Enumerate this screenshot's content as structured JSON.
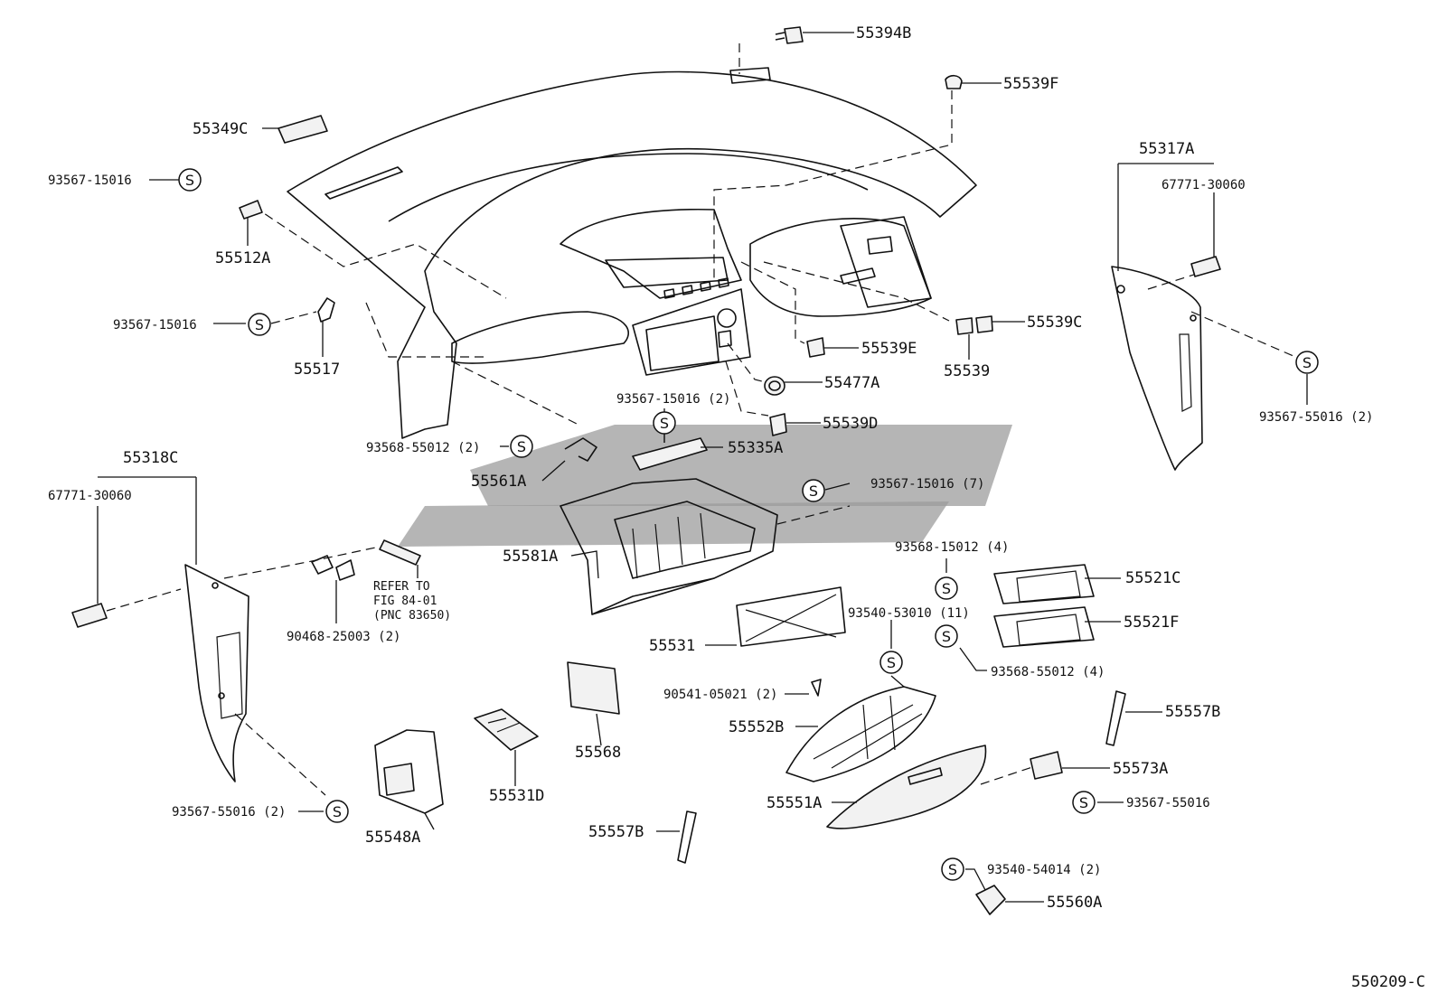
{
  "diagram": {
    "figure_code": "550209-C",
    "screw_symbol": "S",
    "parts": [
      {
        "id": "p1",
        "label": "55394B"
      },
      {
        "id": "p2",
        "label": "55539F"
      },
      {
        "id": "p3",
        "label": "55349C"
      },
      {
        "id": "p4",
        "label": "93567-15016"
      },
      {
        "id": "p5",
        "label": "55512A"
      },
      {
        "id": "p6",
        "label": "55317A"
      },
      {
        "id": "p7",
        "label": "67771-30060"
      },
      {
        "id": "p8",
        "label": "93567-15016"
      },
      {
        "id": "p9",
        "label": "55517"
      },
      {
        "id": "p10",
        "label": "55539C"
      },
      {
        "id": "p11",
        "label": "55539E"
      },
      {
        "id": "p12",
        "label": "55539"
      },
      {
        "id": "p13",
        "label": "55477A"
      },
      {
        "id": "p14",
        "label": "93567-55016 (2)"
      },
      {
        "id": "p15",
        "label": "93567-15016 (2)"
      },
      {
        "id": "p16",
        "label": "55539D"
      },
      {
        "id": "p17",
        "label": "93568-55012 (2)"
      },
      {
        "id": "p18",
        "label": "55335A"
      },
      {
        "id": "p19",
        "label": "55561A"
      },
      {
        "id": "p20",
        "label": "55318C"
      },
      {
        "id": "p21",
        "label": "93567-15016 (7)"
      },
      {
        "id": "p22",
        "label": "67771-30060"
      },
      {
        "id": "p23",
        "label": "55581A"
      },
      {
        "id": "p24",
        "label": "93568-15012 (4)"
      },
      {
        "id": "p25",
        "label": "55521C"
      },
      {
        "id": "p26",
        "label": "93540-53010 (11)"
      },
      {
        "id": "p27",
        "label": "55521F"
      },
      {
        "id": "p28",
        "label": "90468-25003 (2)"
      },
      {
        "id": "p29",
        "label": "55531"
      },
      {
        "id": "p30",
        "label": "93568-55012 (4)"
      },
      {
        "id": "p31",
        "label": "90541-05021 (2)"
      },
      {
        "id": "p32",
        "label": "55557B"
      },
      {
        "id": "p33",
        "label": "55552B"
      },
      {
        "id": "p34",
        "label": "55568"
      },
      {
        "id": "p35",
        "label": "55573A"
      },
      {
        "id": "p36",
        "label": "55531D"
      },
      {
        "id": "p37",
        "label": "55551A"
      },
      {
        "id": "p38",
        "label": "93567-55016"
      },
      {
        "id": "p39",
        "label": "93567-55016 (2)"
      },
      {
        "id": "p40",
        "label": "55548A"
      },
      {
        "id": "p41",
        "label": "55557B"
      },
      {
        "id": "p42",
        "label": "93540-54014 (2)"
      },
      {
        "id": "p43",
        "label": "55560A"
      }
    ],
    "reference_note": [
      "REFER TO",
      "FIG 84-01",
      "(PNC 83650)"
    ]
  }
}
